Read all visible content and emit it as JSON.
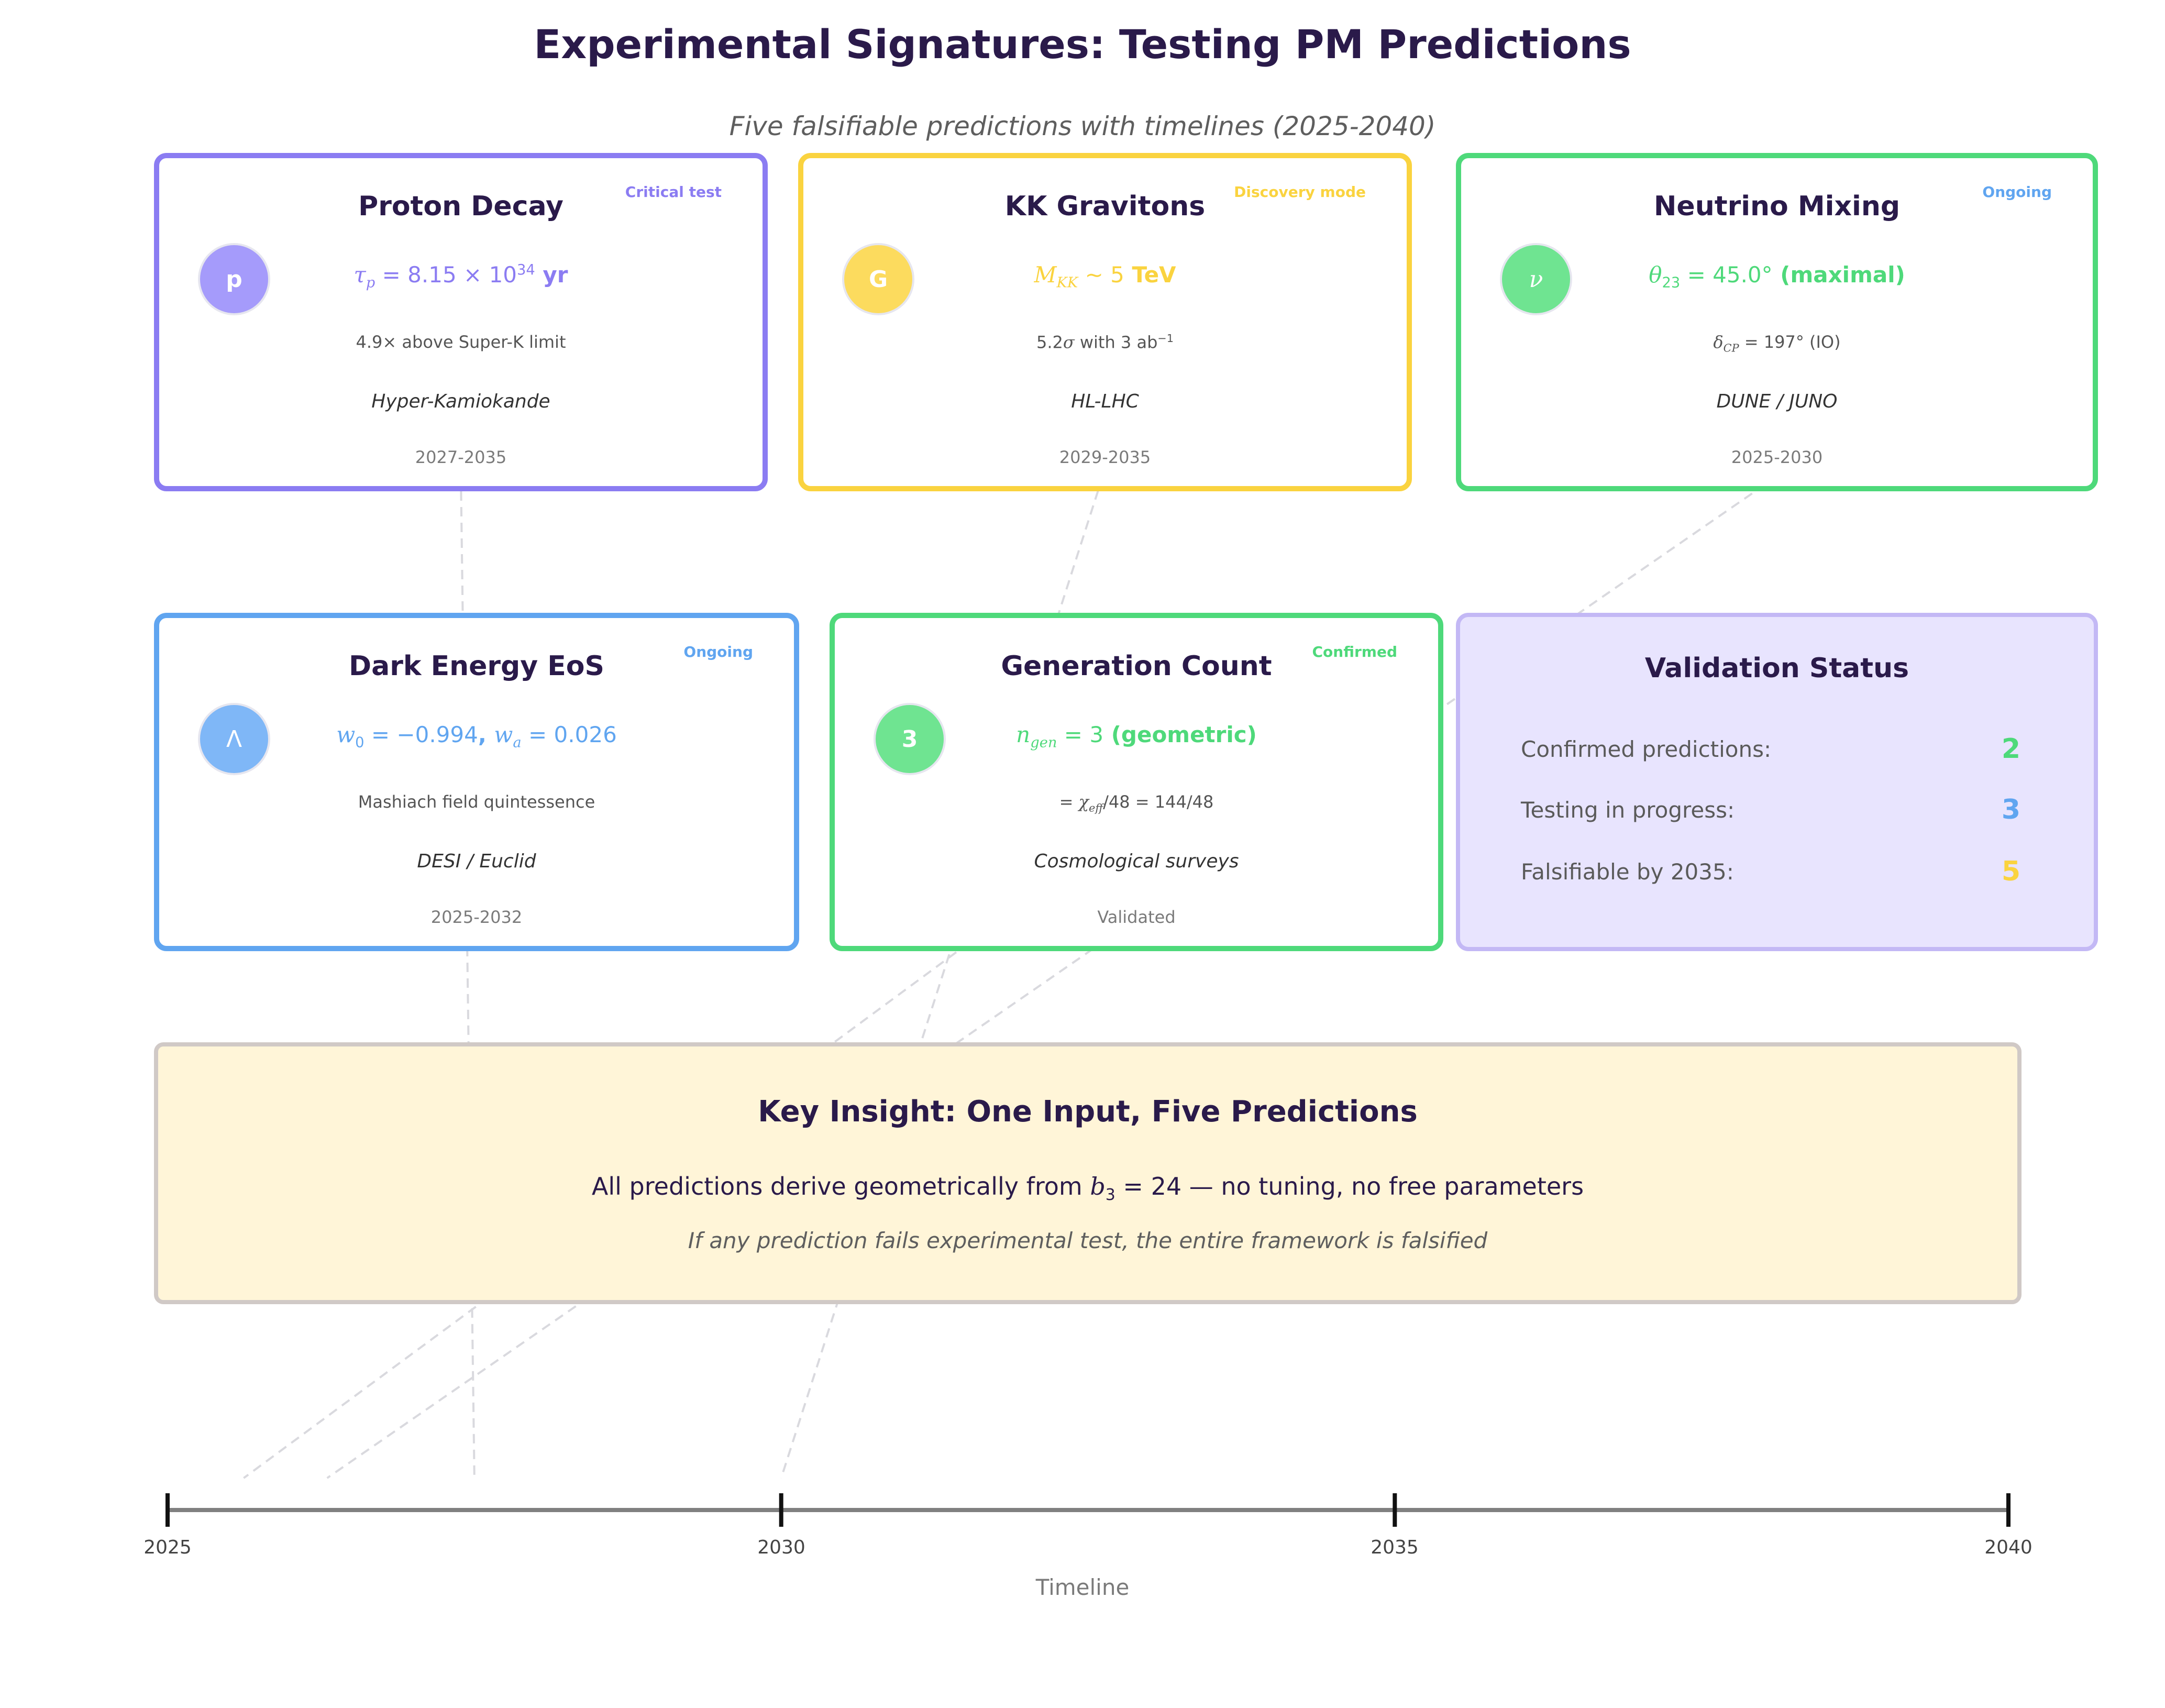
{
  "title": "Experimental Signatures: Testing PM Predictions",
  "subtitle": "Five falsifiable predictions with timelines (2025-2040)",
  "colors": {
    "purple": "#8b7cf2",
    "purple_fill": "#a59bfb",
    "yellow": "#fad33f",
    "yellow_fill": "#fcdb5e",
    "green": "#4ed97a",
    "green_fill": "#6fe491",
    "blue": "#60a5f0",
    "blue_fill": "#7fb7f7",
    "status_bg": "#e8e4fe",
    "insight_bg": "#fff5d8"
  },
  "cards": {
    "proton": {
      "title": "Proton Decay",
      "badge": "Critical test",
      "icon_letter": "p",
      "formula_tau": "τ",
      "formula_sub": "p",
      "formula_eq": " = 8.15 × 10",
      "formula_exp": "34",
      "formula_unit": " yr",
      "detail": "4.9× above Super-K limit",
      "experiment": "Hyper-Kamiokande",
      "years": "2027-2035"
    },
    "kk": {
      "title": "KK Gravitons",
      "badge": "Discovery mode",
      "icon_letter": "G",
      "formula_m": "M",
      "formula_sub": "KK",
      "formula_eq": " ∼ 5",
      "formula_unit": " TeV",
      "detail_pre": "5.2",
      "detail_sigma": "σ",
      "detail_post": " with 3 ab",
      "detail_exp": "−1",
      "experiment": "HL-LHC",
      "years": "2029-2035"
    },
    "neutrino": {
      "title": "Neutrino Mixing",
      "badge": "Ongoing",
      "icon_letter": "ν",
      "formula_theta": "θ",
      "formula_sub": "23",
      "formula_eq": " = 45.0°",
      "formula_unit": " (maximal)",
      "detail_delta": "δ",
      "detail_sub": "CP",
      "detail_post": " = 197° (IO)",
      "experiment": "DUNE / JUNO",
      "years": "2025-2030"
    },
    "dark": {
      "title": "Dark Energy EoS",
      "badge": "Ongoing",
      "icon_letter": "Λ",
      "formula_w0": "w",
      "formula_w0_sub": "0",
      "formula_w0_eq": " = −0.994",
      "formula_sep": ", ",
      "formula_wa": "w",
      "formula_wa_sub": "a",
      "formula_wa_eq": " = 0.026",
      "detail": "Mashiach field quintessence",
      "experiment": "DESI / Euclid",
      "years": "2025-2032"
    },
    "gen": {
      "title": "Generation Count",
      "badge": "Confirmed",
      "icon_letter": "3",
      "formula_n": "n",
      "formula_sub": "gen",
      "formula_eq": " = 3",
      "formula_unit": " (geometric)",
      "detail_pre": "= ",
      "detail_chi": "χ",
      "detail_sub": "eff",
      "detail_post": "/48 = 144/48",
      "experiment": "Cosmological surveys",
      "years": "Validated"
    }
  },
  "validation": {
    "title": "Validation Status",
    "rows": [
      {
        "label": "Confirmed predictions:",
        "value": "2"
      },
      {
        "label": "Testing in progress:",
        "value": "3"
      },
      {
        "label": "Falsifiable by 2035:",
        "value": "5"
      }
    ]
  },
  "insight": {
    "title": "Key Insight: One Input, Five Predictions",
    "main_pre": "All predictions derive geometrically from ",
    "main_b": "b",
    "main_sub": "3",
    "main_eq": " = 24",
    "main_post": " — no tuning, no free parameters",
    "sub": "If any prediction fails experimental test, the entire framework is falsified"
  },
  "timeline": {
    "ticks": [
      "2025",
      "2030",
      "2035",
      "2040"
    ],
    "axis_label": "Timeline",
    "range": [
      2025,
      2040
    ],
    "connector_years": [
      2025.62,
      2026.3,
      2027.5,
      2030.0
    ]
  }
}
